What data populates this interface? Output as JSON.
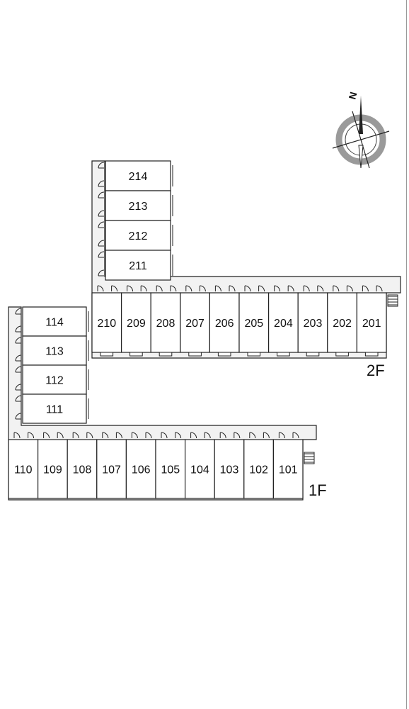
{
  "floors": [
    {
      "label": "2F",
      "wing_units": [
        "214",
        "213",
        "212",
        "211"
      ],
      "row_units": [
        "210",
        "209",
        "208",
        "207",
        "206",
        "205",
        "204",
        "203",
        "202",
        "201"
      ]
    },
    {
      "label": "1F",
      "wing_units": [
        "114",
        "113",
        "112",
        "111"
      ],
      "row_units": [
        "110",
        "109",
        "108",
        "107",
        "106",
        "105",
        "104",
        "103",
        "102",
        "101"
      ]
    }
  ],
  "compass": {
    "north_label": "N",
    "icon": "compass-icon"
  },
  "colors": {
    "line": "#222222",
    "corridor": "#f2f2f2",
    "compass_ring": "#9a9a9a"
  }
}
